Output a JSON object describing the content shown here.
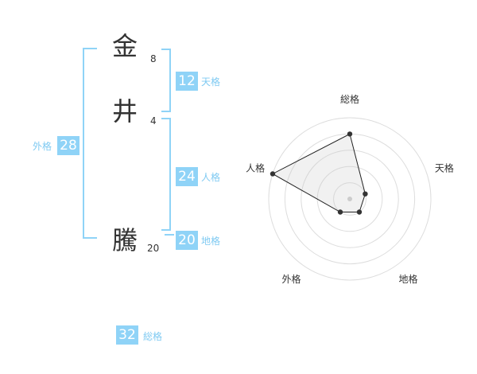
{
  "name_chars": [
    {
      "char": "金",
      "strokes": "8"
    },
    {
      "char": "井",
      "strokes": "4"
    },
    {
      "char": "騰",
      "strokes": "20"
    }
  ],
  "fortunes": {
    "tenkaku": {
      "value": "12",
      "label": "天格"
    },
    "jinkaku": {
      "value": "24",
      "label": "人格"
    },
    "chikaku": {
      "value": "20",
      "label": "地格"
    },
    "gaikaku": {
      "value": "28",
      "label": "外格"
    },
    "soukaku": {
      "value": "32",
      "label": "総格"
    }
  },
  "chart_data": {
    "type": "radar",
    "axes": [
      "総格",
      "天格",
      "地格",
      "外格",
      "人格"
    ],
    "values": [
      4,
      1,
      1,
      1,
      5
    ],
    "max": 5,
    "rings": 5
  },
  "colors": {
    "accent": "#8fd3f7",
    "accent_text": "#7fcaf2",
    "text": "#333333"
  }
}
